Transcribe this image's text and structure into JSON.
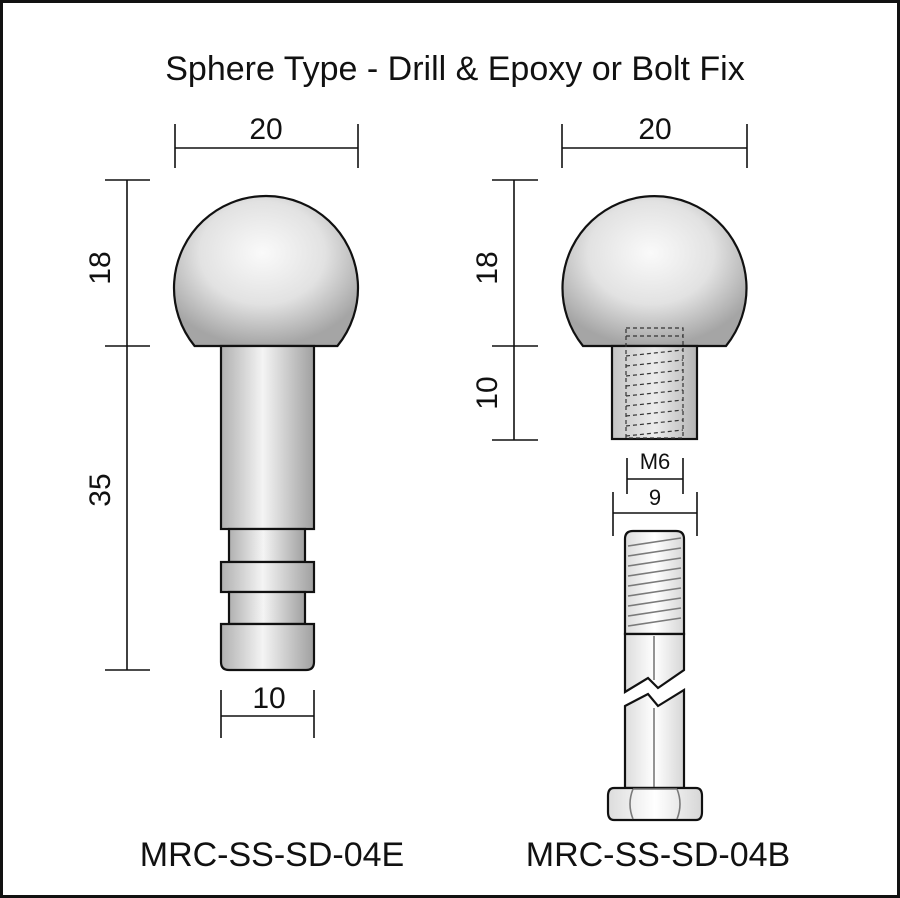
{
  "title": "Sphere Type - Drill & Epoxy or Bolt Fix",
  "colors": {
    "border": "#111111",
    "metal_light": "#f2f2f2",
    "metal_dark": "#a8a8a8",
    "thread": "#7a7a7a"
  },
  "left_part": {
    "model": "MRC-SS-SD-04E",
    "dim_width": "20",
    "dim_sphere_height": "18",
    "dim_shaft_length": "35",
    "dim_shaft_diameter": "10"
  },
  "right_part": {
    "model": "MRC-SS-SD-04B",
    "dim_width": "20",
    "dim_sphere_height": "18",
    "dim_socket_length": "10",
    "dim_thread": "M6",
    "dim_bolt_width": "9"
  }
}
